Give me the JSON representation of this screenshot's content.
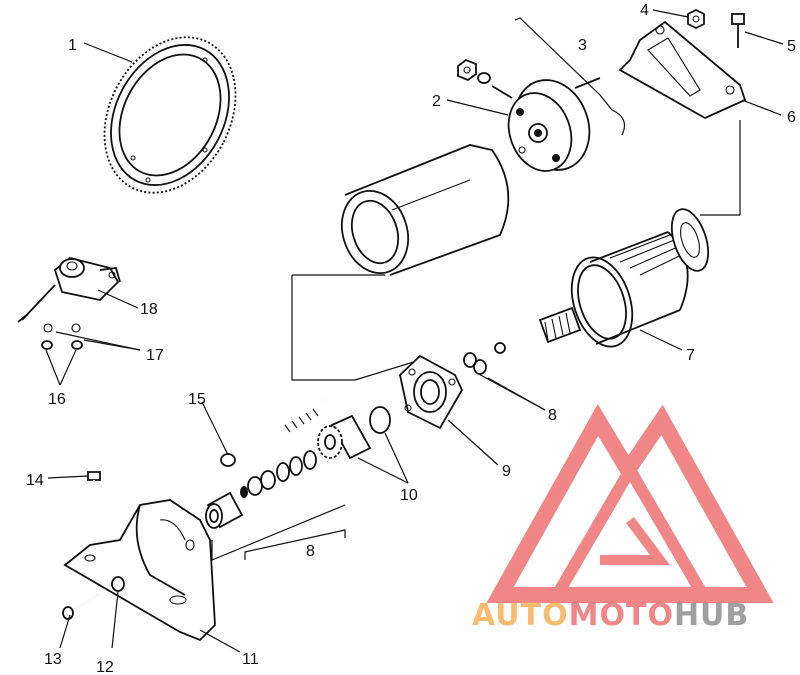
{
  "callouts": {
    "c1": "1",
    "c2": "2",
    "c3": "3",
    "c4": "4",
    "c5": "5",
    "c6": "6",
    "c7": "7",
    "c8a": "8",
    "c8b": "8",
    "c9": "9",
    "c10": "10",
    "c11": "11",
    "c12": "12",
    "c13": "13",
    "c14": "14",
    "c15": "15",
    "c16": "16",
    "c17": "17",
    "c18": "18"
  },
  "watermark": {
    "part1": "AUTO",
    "part2": "MOTO",
    "part3": "HUB",
    "color_orange": "#f7b96a",
    "color_red": "#f08080",
    "color_gray": "#9a9a9a"
  }
}
